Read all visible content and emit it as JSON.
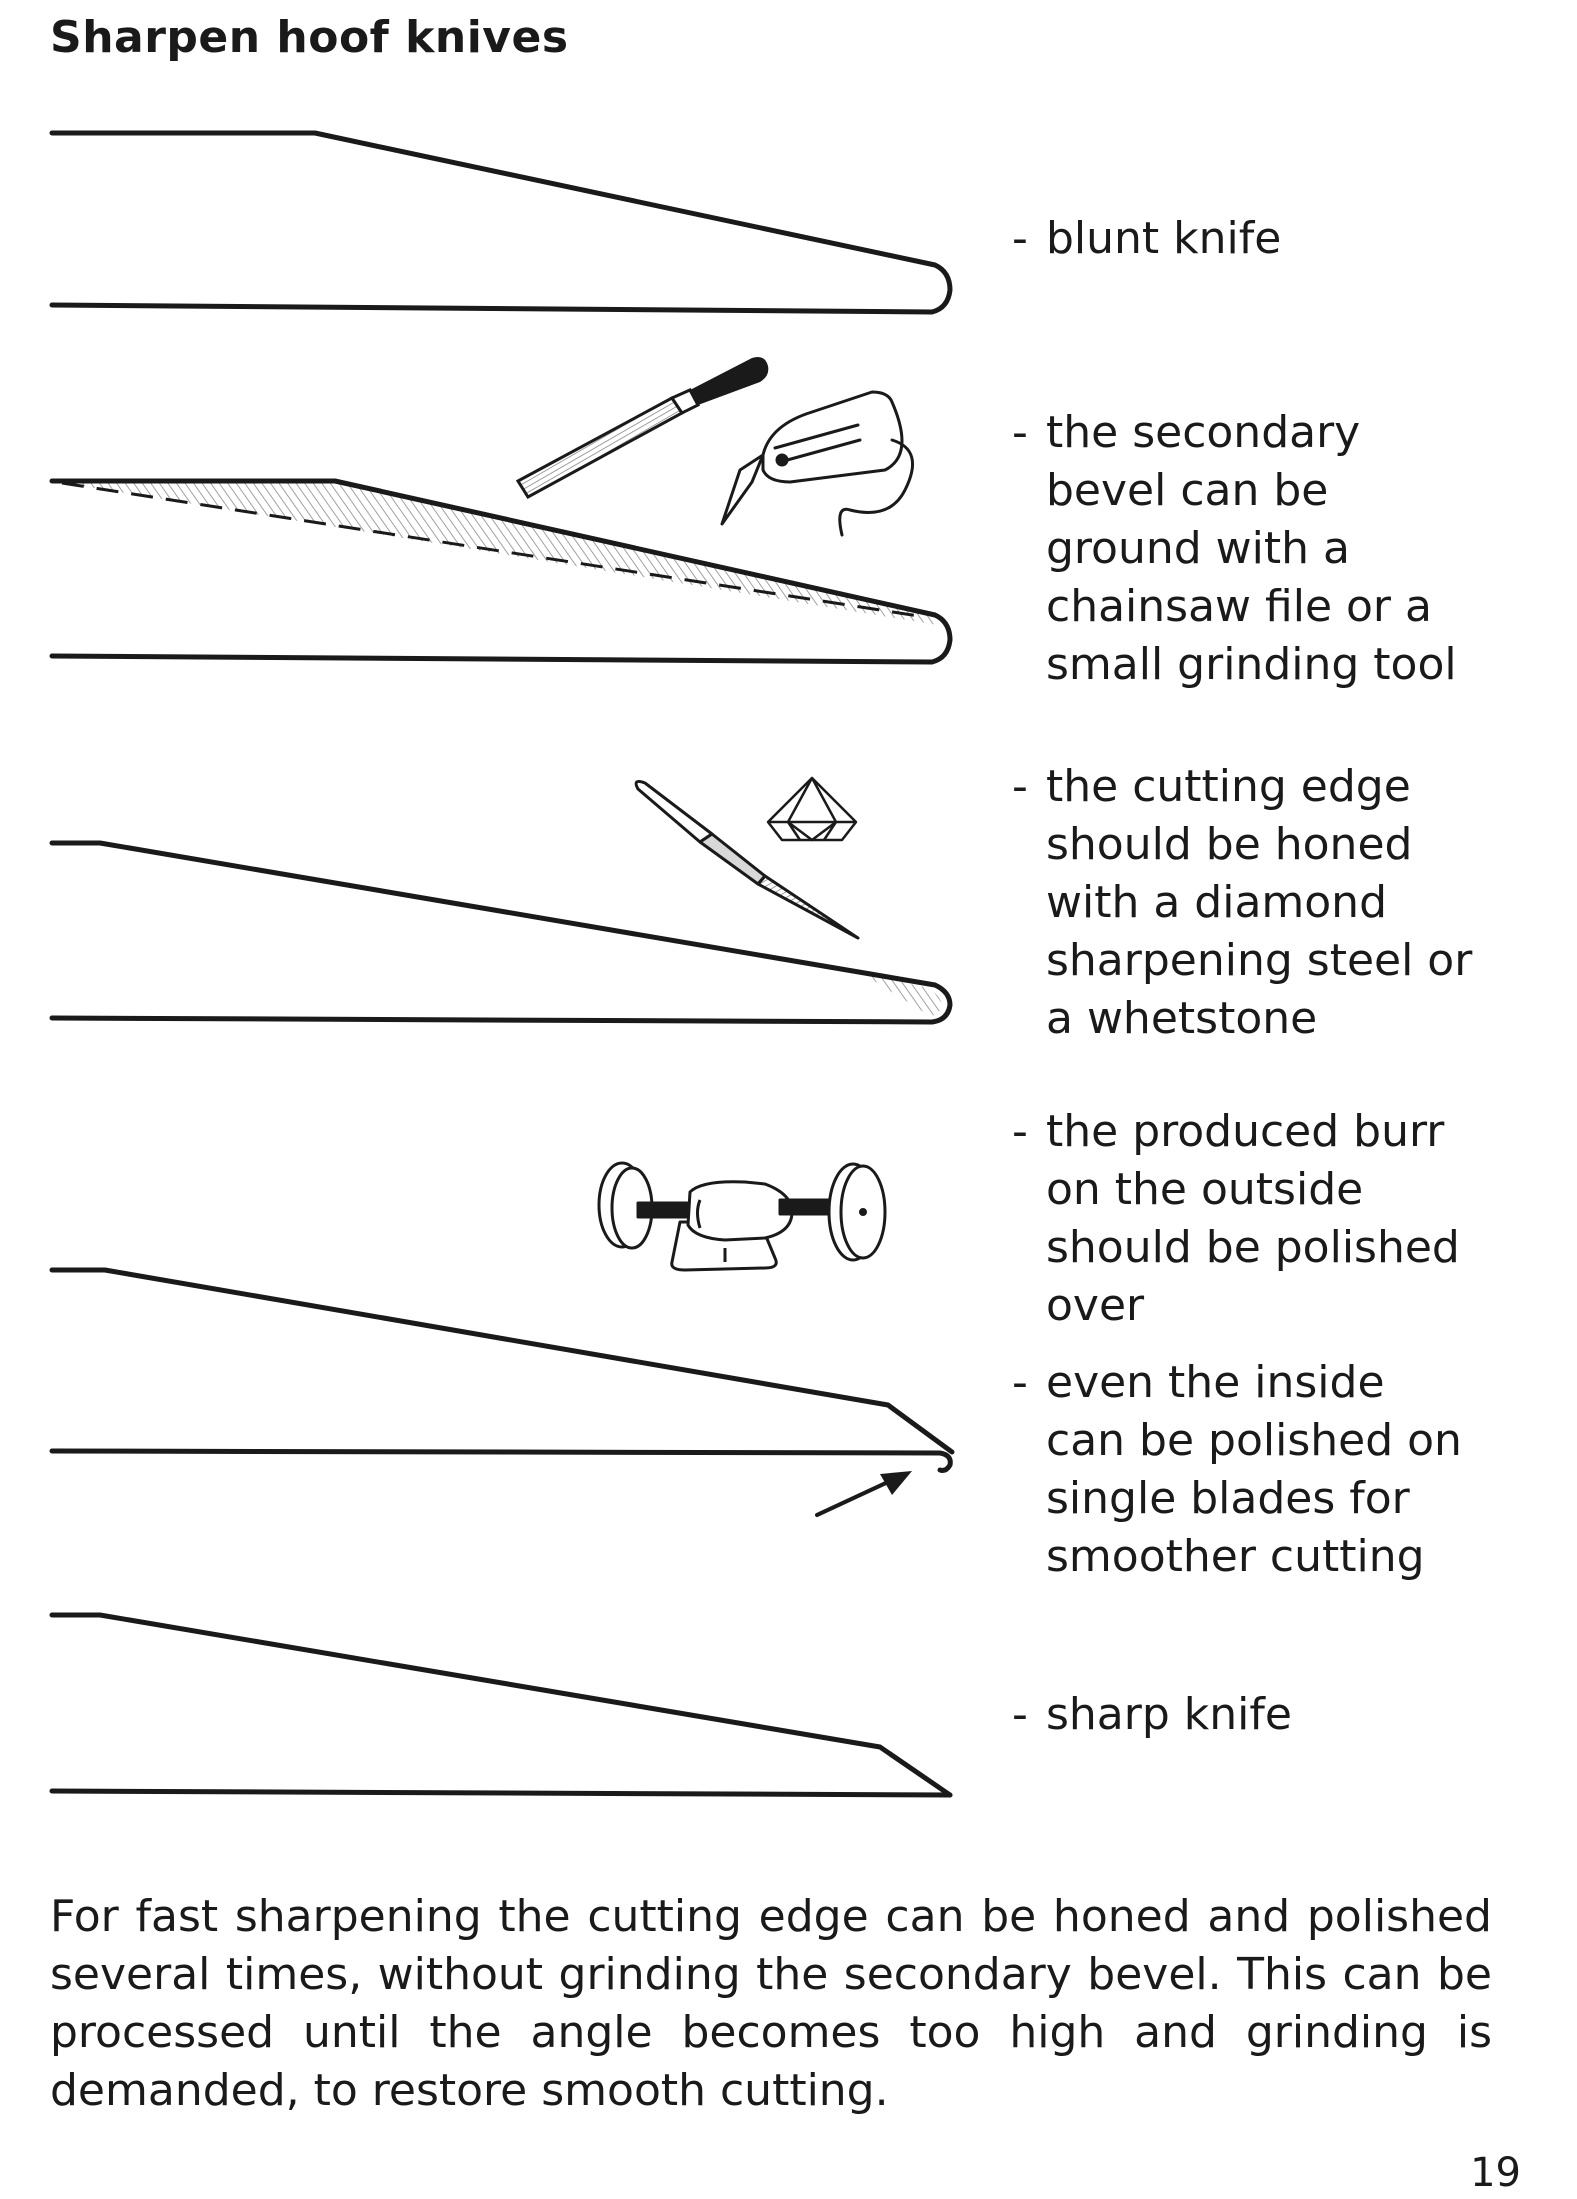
{
  "page": {
    "title": "Sharpen hoof knives",
    "steps": [
      {
        "dash": "-",
        "text": "blunt knife"
      },
      {
        "dash": "-",
        "text": "the secondary\nbevel can be\nground with a\nchainsaw file or a\nsmall grinding tool"
      },
      {
        "dash": "-",
        "text": "the cutting edge\nshould be honed\nwith a diamond\nsharpening steel or\na whetstone"
      },
      {
        "dash": "-",
        "text": "the produced burr\non the outside\nshould be polished\nover"
      },
      {
        "dash": "-",
        "text": "even the inside\ncan be polished on\nsingle blades for\nsmoother cutting"
      },
      {
        "dash": "-",
        "text": "sharp knife"
      }
    ],
    "paragraph": "For fast sharpening the cutting edge can be honed and polished several times, without grinding the secondary bevel. This can be processed until the angle becomes too high and grinding is demanded, to restore smooth cutting.",
    "page_number": "19"
  },
  "illustrations": {
    "blades": [
      "blunt-knife-profile",
      "grinding-bevel-profile",
      "honing-edge-profile",
      "polishing-burr-profile",
      "sharp-knife-profile"
    ],
    "tools": [
      "chainsaw-file-icon",
      "rotary-grinding-tool-icon",
      "diamond-icon",
      "sharpening-steel-icon",
      "bench-grinder-icon",
      "arrow-icon"
    ]
  }
}
